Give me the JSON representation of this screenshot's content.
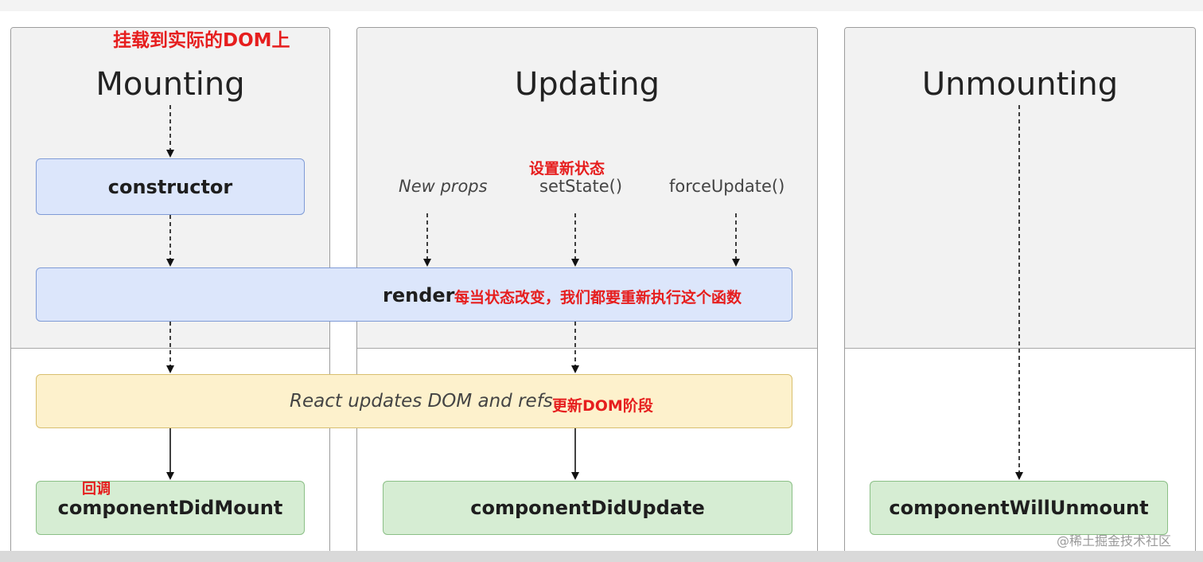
{
  "columns": {
    "mounting": {
      "title": "Mounting"
    },
    "updating": {
      "title": "Updating"
    },
    "unmounting": {
      "title": "Unmounting"
    }
  },
  "boxes": {
    "constructor": "constructor",
    "render": "render",
    "react_updates": "React updates DOM and refs",
    "component_did_mount": "componentDidMount",
    "component_did_update": "componentDidUpdate",
    "component_will_unmount": "componentWillUnmount"
  },
  "triggers": {
    "new_props": "New props",
    "set_state": "setState()",
    "force_update": "forceUpdate()"
  },
  "notes": {
    "mount_to_dom": "挂载到实际的DOM上",
    "set_new_state": "设置新状态",
    "render_note": "每当状态改变，我们都要重新执行这个函数",
    "update_dom_phase": "更新DOM阶段",
    "callback": "回调"
  },
  "watermark": "@稀土掘金技术社区",
  "colors": {
    "note_red": "#e61e1e",
    "blue_box": "#dce6fb",
    "yellow_box": "#fdf1cc",
    "green_box": "#d6edd3"
  }
}
